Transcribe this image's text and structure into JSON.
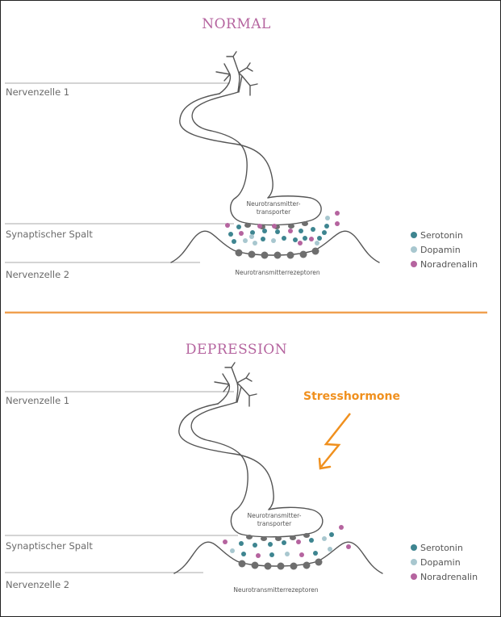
{
  "normal": {
    "title": "NORMAL",
    "label_cell1": "Nervenzelle 1",
    "label_gap": "Synaptischer Spalt",
    "label_cell2": "Nervenzelle 2",
    "transporter_line1": "Neurotransmitter-",
    "transporter_line2": "transporter",
    "receptors": "Neurotransmitterrezeptoren"
  },
  "depression": {
    "title": "DEPRESSION",
    "label_cell1": "Nervenzelle 1",
    "label_gap": "Synaptischer Spalt",
    "label_cell2": "Nervenzelle 2",
    "transporter_line1": "Neurotransmitter-",
    "transporter_line2": "transporter",
    "receptors": "Neurotransmitterrezeptoren",
    "stress_label": "Stresshormone"
  },
  "legend": [
    {
      "label": "Serotonin",
      "color": "#3e8590"
    },
    {
      "label": "Dopamin",
      "color": "#a8c7cf"
    },
    {
      "label": "Noradrenalin",
      "color": "#b5649f"
    }
  ],
  "colors": {
    "title": "#b5649f",
    "divider": "#f0a050",
    "stress": "#f0901e",
    "receptor": "#6e6e6e",
    "outline": "#555555"
  }
}
